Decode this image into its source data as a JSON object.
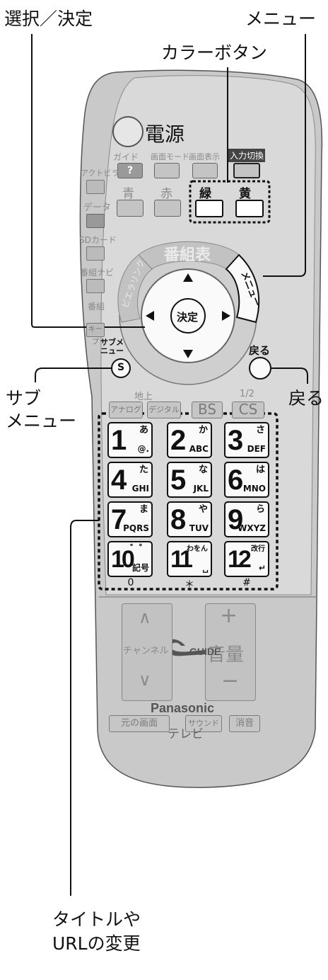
{
  "callouts": {
    "select_decide": "選択／決定",
    "menu": "メニュー",
    "color_buttons": "カラーボタン",
    "back": "戻る",
    "submenu_line1": "サブ",
    "submenu_line2": "メニュー",
    "title_url_line1": "タイトルや",
    "title_url_line2": "URLの変更"
  },
  "remote": {
    "power": "電源",
    "top_row": [
      "ガイド",
      "画面モード",
      "画面表示",
      "入力切換"
    ],
    "color_row": [
      "青",
      "赤",
      "緑",
      "黄"
    ],
    "side_labels": [
      "アクトビラ",
      "データ",
      "SDカード",
      "番組ナビ",
      "番組",
      "キープ"
    ],
    "bangumi_hyo": "番組表",
    "viera_link": "ビエラリンク",
    "menu_btn": "メニュー",
    "enter": "決定",
    "submenu": "サブメニュー",
    "s_button": "S",
    "modoru": "戻る",
    "chideji": "地上",
    "analog": "アナログ",
    "digital": "デジタル",
    "bs": "BS",
    "cs": "CS",
    "half": "1/2",
    "keys": [
      {
        "num": "1",
        "kana": "あ",
        "sub": "@."
      },
      {
        "num": "2",
        "kana": "か",
        "sub": "ABC"
      },
      {
        "num": "3",
        "kana": "さ",
        "sub": "DEF"
      },
      {
        "num": "4",
        "kana": "た",
        "sub": "GHI"
      },
      {
        "num": "5",
        "kana": "な",
        "sub": "JKL"
      },
      {
        "num": "6",
        "kana": "は",
        "sub": "MNO"
      },
      {
        "num": "7",
        "kana": "ま",
        "sub": "PQRS"
      },
      {
        "num": "8",
        "kana": "や",
        "sub": "TUV"
      },
      {
        "num": "9",
        "kana": "ら",
        "sub": "WXYZ"
      },
      {
        "num": "10",
        "kana": "゛゜",
        "sub": "記号"
      },
      {
        "num": "11",
        "kana": "わをん",
        "sub": "␣"
      },
      {
        "num": "12",
        "kana": "改行",
        "sub": "↵"
      }
    ],
    "below_keys": [
      "0",
      "＊",
      "#"
    ],
    "channel": "チャンネル",
    "volume": "音量",
    "genno_gamen": "元の画面",
    "sound": "サウンド",
    "mute": "消音",
    "guide_logo": "GUIDE",
    "brand": "Panasonic",
    "tv": "テレビ"
  },
  "colors": {
    "body": "#c9c9c9",
    "face": "#d8d8d8",
    "dark": "#111111",
    "muted": "#8a8a8a"
  }
}
